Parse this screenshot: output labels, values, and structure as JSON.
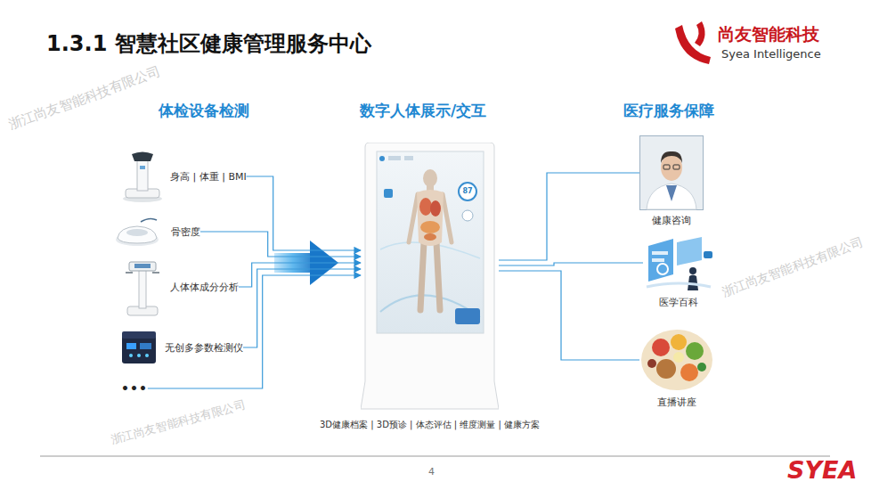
{
  "diagram": {
    "title": "1.3.1 智慧社区健康管理服务中心",
    "nodes": [
      {
        "text": [
          "身高 | 体重 | BMI"
        ]
      },
      {
        "text": [
          "骨密度"
        ]
      },
      {
        "text": [
          "人体体成分分析"
        ]
      },
      {
        "text": [
          "无创多参数检测仪"
        ]
      },
      {
        "text": [
          "•••"
        ]
      },
      {
        "text": [
          "3D健康档案 | 3D预诊 | 体态评估 | 维度测量 | 健康方案"
        ]
      },
      {
        "text": [
          "健康咨询"
        ]
      },
      {
        "text": [
          "医学百科"
        ]
      },
      {
        "text": [
          "直播讲座"
        ]
      }
    ],
    "edges": [
      {
        "from": 0,
        "to": 5,
        "arrow": "to"
      },
      {
        "from": 1,
        "to": 5,
        "arrow": "to"
      },
      {
        "from": 2,
        "to": 5,
        "arrow": "to"
      },
      {
        "from": 3,
        "to": 5,
        "arrow": "to"
      },
      {
        "from": 4,
        "to": 5,
        "arrow": "to"
      },
      {
        "from": 5,
        "to": 6,
        "arrow": "none"
      },
      {
        "from": 5,
        "to": 7,
        "arrow": "none"
      },
      {
        "from": 5,
        "to": 8,
        "arrow": "none"
      }
    ],
    "labels": [
      "体检设备检测",
      "数字人体展示/交互",
      "医疗服务保障",
      "尚友智能科技",
      "Syea Intelligence",
      "87",
      "4",
      "SYEA",
      "浙江尚友智能科技有限公司",
      "浙江尚友智能科技有限公司",
      "浙江尚友智能科技有限公司"
    ]
  }
}
